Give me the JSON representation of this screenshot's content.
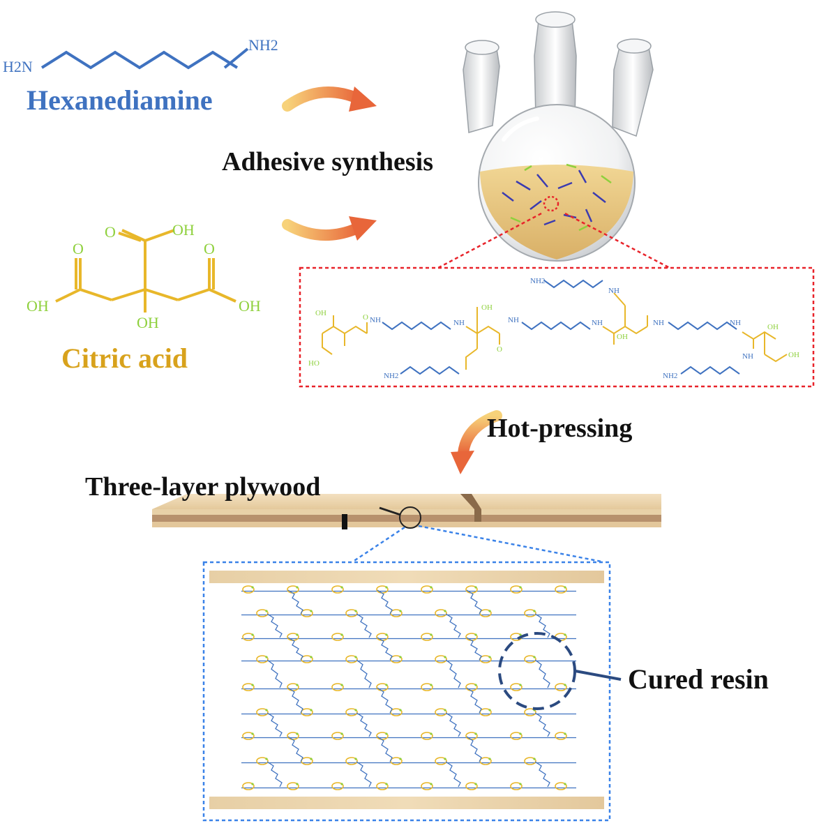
{
  "hexanediamine": {
    "name": "Hexanediamine",
    "left_group": "H2N",
    "right_group": "NH2",
    "color": "#3f72c0"
  },
  "citric_acid": {
    "name": "Citric acid",
    "oh_top": "OH",
    "oh_left": "OH",
    "oh_right": "OH",
    "oh_center": "OH",
    "o_top": "O",
    "o_left": "O",
    "o_right": "O",
    "color": "#e8b72a",
    "hetero_color": "#8ed03c"
  },
  "steps": {
    "adhesive_synthesis": "Adhesive synthesis",
    "hot_pressing": "Hot-pressing",
    "three_layer_plywood": "Three-layer plywood",
    "cured_resin": "Cured resin"
  },
  "polymer_structure": {
    "nh": "NH",
    "nh2": "NH2",
    "oh": "OH",
    "o": "O",
    "ho": "HO"
  },
  "colors": {
    "arrow_start": "#f7d27a",
    "arrow_end": "#e8663a",
    "red_box": "#e8232a",
    "blue_box": "#3a82e8",
    "wood": "#e9cfa4",
    "wood_core": "#b7916d"
  }
}
